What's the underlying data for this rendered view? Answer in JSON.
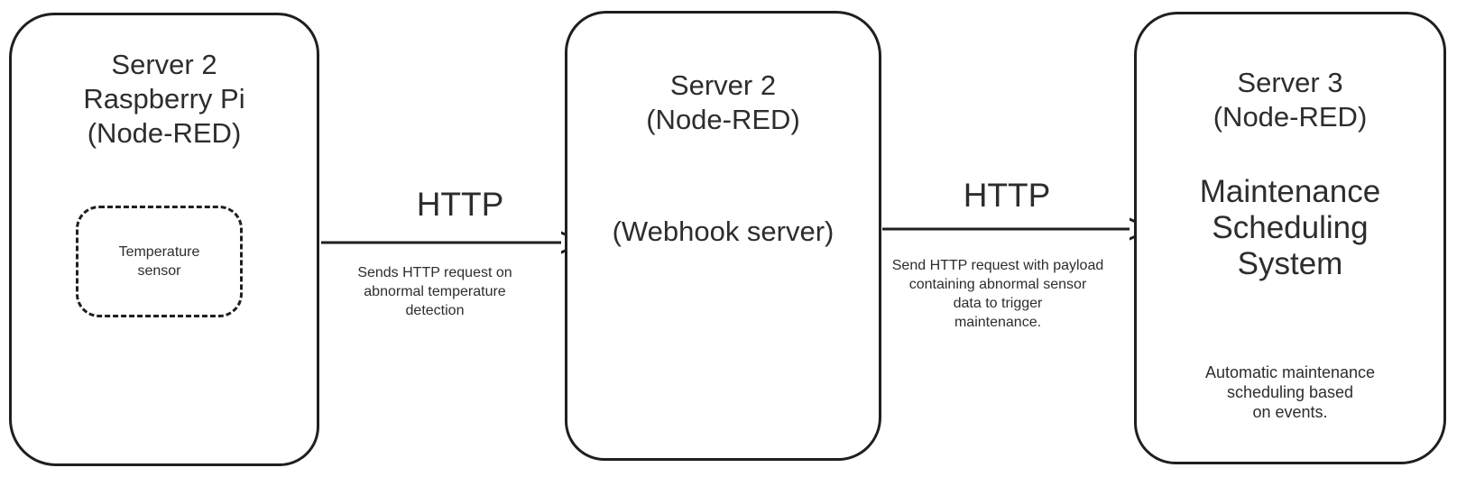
{
  "colors": {
    "stroke": "#1f1f1f",
    "text": "#2d2d2d",
    "background": "#ffffff"
  },
  "nodes": [
    {
      "title": "Server 2\nRaspberry Pi\n(Node-RED)",
      "inner": {
        "label": "Temperature\nsensor"
      }
    },
    {
      "title": "Server 2\n(Node-RED)",
      "subtitle": "(Webhook server)"
    },
    {
      "title": "Server 3\n(Node-RED)",
      "heading": "Maintenance\nScheduling\nSystem",
      "note": "Automatic maintenance\nscheduling based\non events."
    }
  ],
  "edges": [
    {
      "label": "HTTP",
      "description": "Sends HTTP request on\nabnormal temperature\ndetection"
    },
    {
      "label": "HTTP",
      "description": "Send HTTP request with payload\ncontaining abnormal sensor\ndata to trigger\nmaintenance."
    }
  ]
}
